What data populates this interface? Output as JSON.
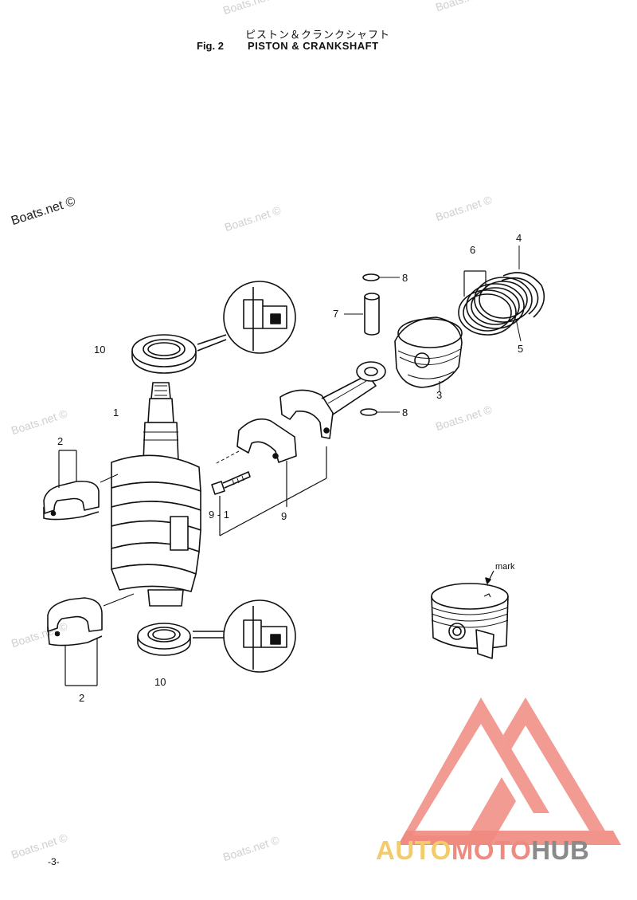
{
  "header": {
    "title_jp": "ピストン＆クランクシャフト",
    "fig_number": "Fig. 2",
    "title": "PISTON & CRANKSHAFT"
  },
  "watermark": "Boats.net ©",
  "callouts": {
    "c1": "1",
    "c2_upper": "2",
    "c2_lower": "2",
    "c3": "3",
    "c4": "4",
    "c5": "5",
    "c6": "6",
    "c7": "7",
    "c8_upper": "8",
    "c8_lower": "8",
    "c9": "9",
    "c9_1": "9 - 1",
    "c10_upper": "10",
    "c10_lower": "10",
    "mark": "mark"
  },
  "page_number": "-3-",
  "brand": {
    "auto": "AUTO",
    "moto": "MOTO",
    "hub": "HUB",
    "logo_color": "#ef8a80"
  }
}
